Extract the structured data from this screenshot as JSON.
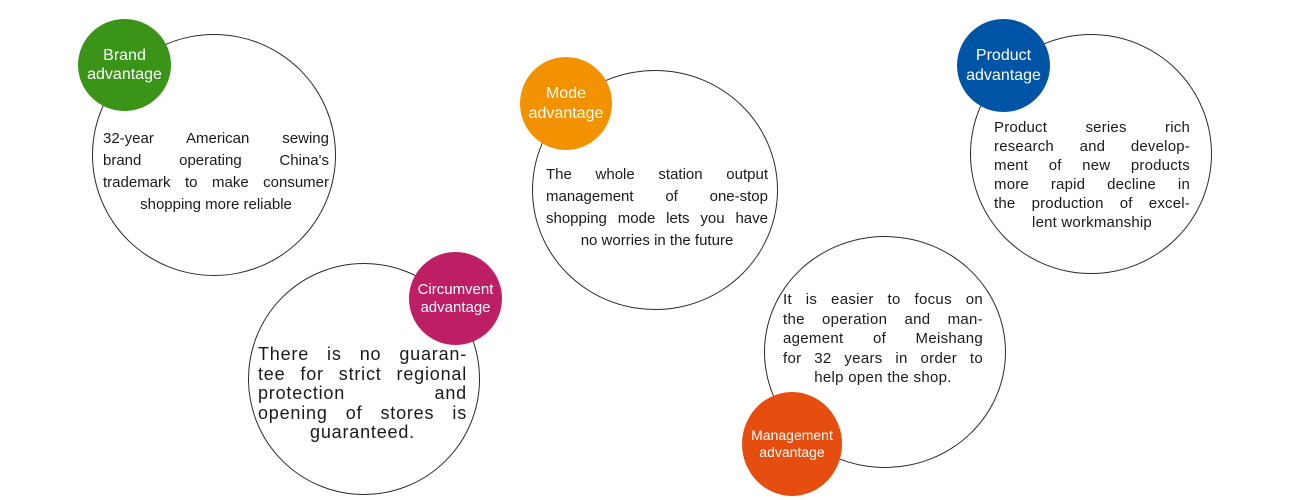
{
  "colors": {
    "brand": "#3a9417",
    "mode": "#f39200",
    "product": "#0054a6",
    "circumvent": "#be1e63",
    "management": "#e64e0f",
    "ring": "#2b2b2b",
    "text": "#1a1a1a"
  },
  "items": {
    "brand": {
      "title": "Brand\nadvantage",
      "lines": [
        "32-year American sewing",
        "brand operating China's",
        "trademark to make consumer",
        "shopping more reliable"
      ]
    },
    "mode": {
      "title": "Mode\nadvantage",
      "lines": [
        "The whole station output",
        "management of one-stop",
        "shopping mode lets you have",
        "no worries in the future"
      ]
    },
    "product": {
      "title": "Product\nadvantage",
      "lines": [
        "Product series rich",
        "research and develop-",
        "ment of new products",
        "more rapid decline in",
        "the production of excel-",
        "lent workmanship"
      ]
    },
    "circumvent": {
      "title": "Circumvent\nadvantage",
      "lines": [
        "There is no guaran-",
        "tee for strict regional",
        "protection and",
        "opening of stores is",
        "guaranteed."
      ]
    },
    "management": {
      "title": "Management\nadvantage",
      "lines": [
        "It is easier to focus on",
        "the operation and man-",
        "agement of Meishang",
        "for 32 years in order to",
        "help open the shop."
      ]
    }
  }
}
